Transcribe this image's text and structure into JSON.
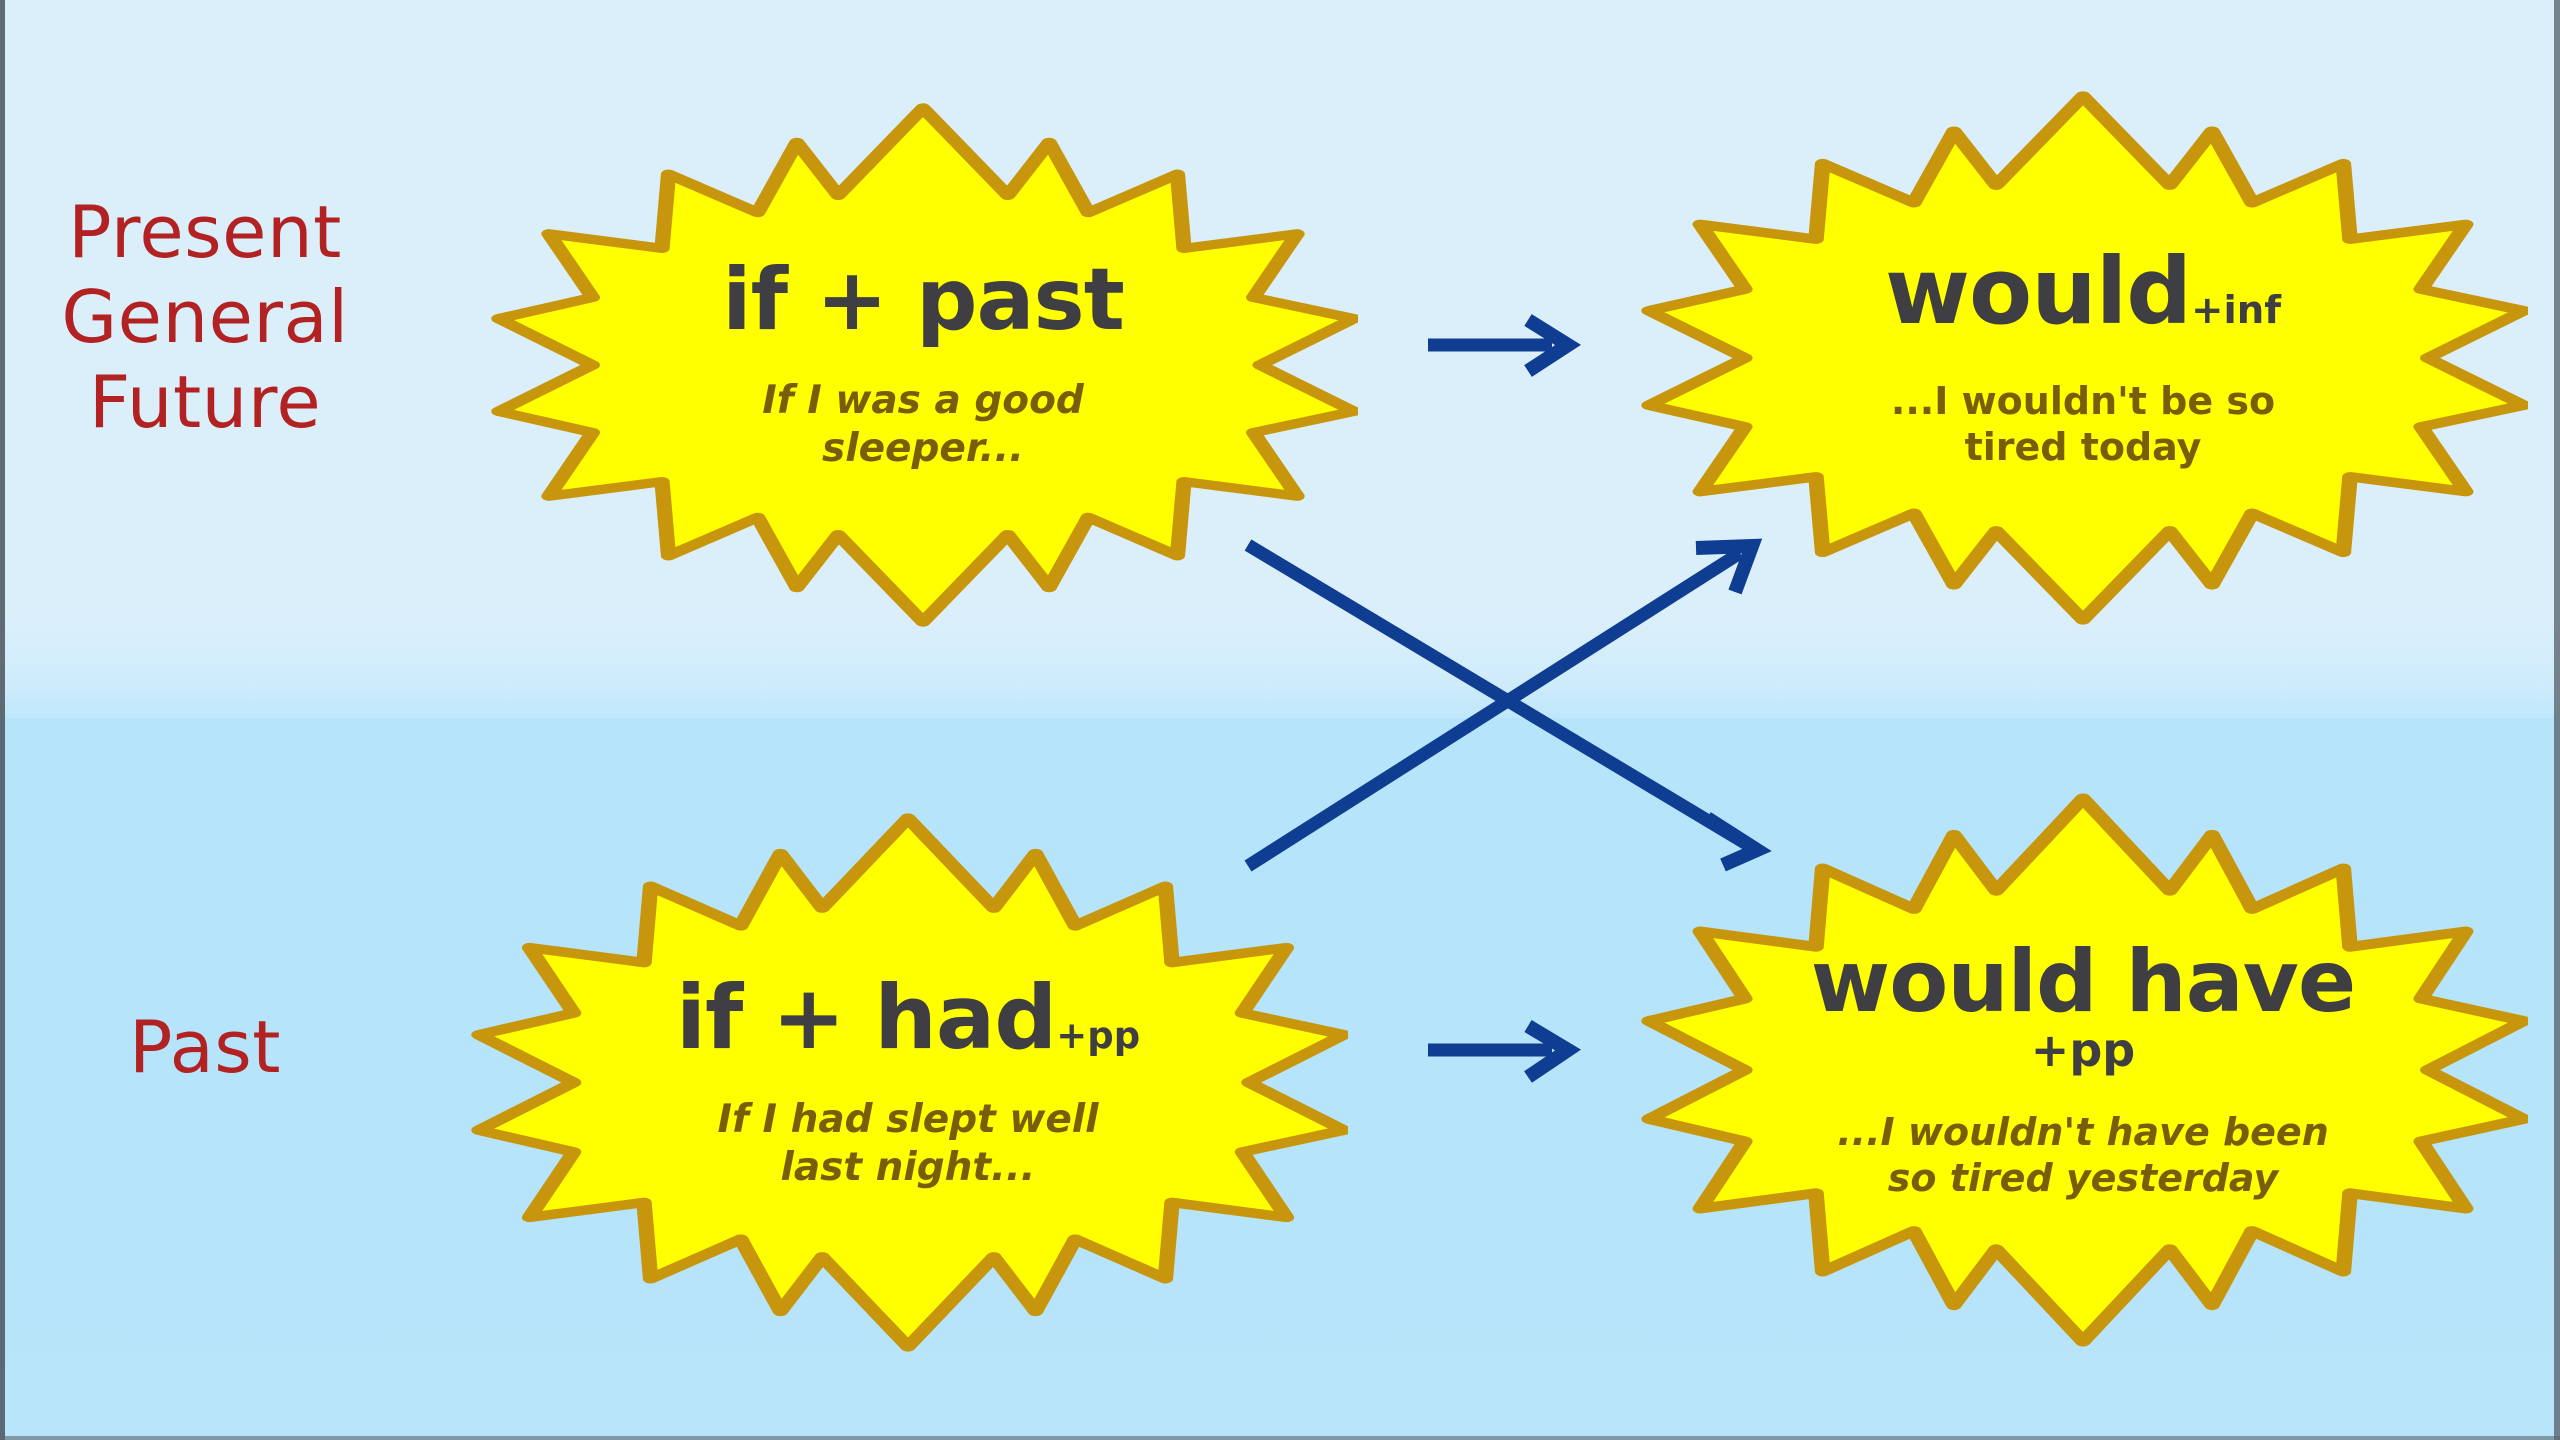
{
  "rows": {
    "top_label": "Present\nGeneral\nFuture",
    "bottom_label": "Past"
  },
  "colors": {
    "background_top": "#dbeffb",
    "background_bottom": "#b6e4fa",
    "burst_fill": "#ffff00",
    "burst_stroke": "#c8960c",
    "headline_text": "#3e3e43",
    "subline_text": "#7a5c09",
    "row_label_text": "#b22222",
    "arrow": "#0f3d91"
  },
  "bursts": {
    "if_past": {
      "headline": "if + past",
      "suffix": "",
      "subline": "If I was a good\nsleeper..."
    },
    "would": {
      "headline": "would",
      "suffix": "+inf",
      "subline": "...I wouldn't be so\ntired today"
    },
    "if_had": {
      "headline": "if + had",
      "suffix": "+pp",
      "subline": "If I had slept well\nlast night..."
    },
    "would_have": {
      "headline": "would have",
      "suffix": "+pp",
      "subline": "...I wouldn't have been\nso tired yesterday"
    }
  },
  "arrows": [
    {
      "name": "arrow-if-past-to-would",
      "kind": "straight-right"
    },
    {
      "name": "arrow-if-had-to-would-have",
      "kind": "straight-right"
    },
    {
      "name": "arrow-if-past-to-would-have",
      "kind": "diagonal-down-right"
    },
    {
      "name": "arrow-if-had-to-would",
      "kind": "diagonal-up-right"
    }
  ]
}
